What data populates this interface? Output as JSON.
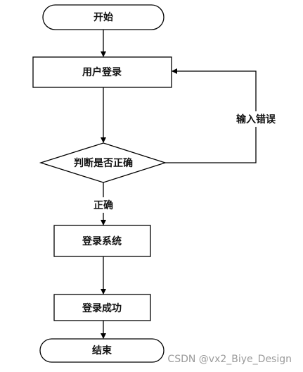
{
  "nodes": {
    "start": "开始",
    "login": "用户登录",
    "decision": "判断是否正确",
    "login_system": "登录系统",
    "login_success": "登录成功",
    "end": "结束"
  },
  "edges": {
    "correct": "正确",
    "input_error": "输入错误"
  },
  "watermark": "CSDN @vx2_Biye_Design"
}
